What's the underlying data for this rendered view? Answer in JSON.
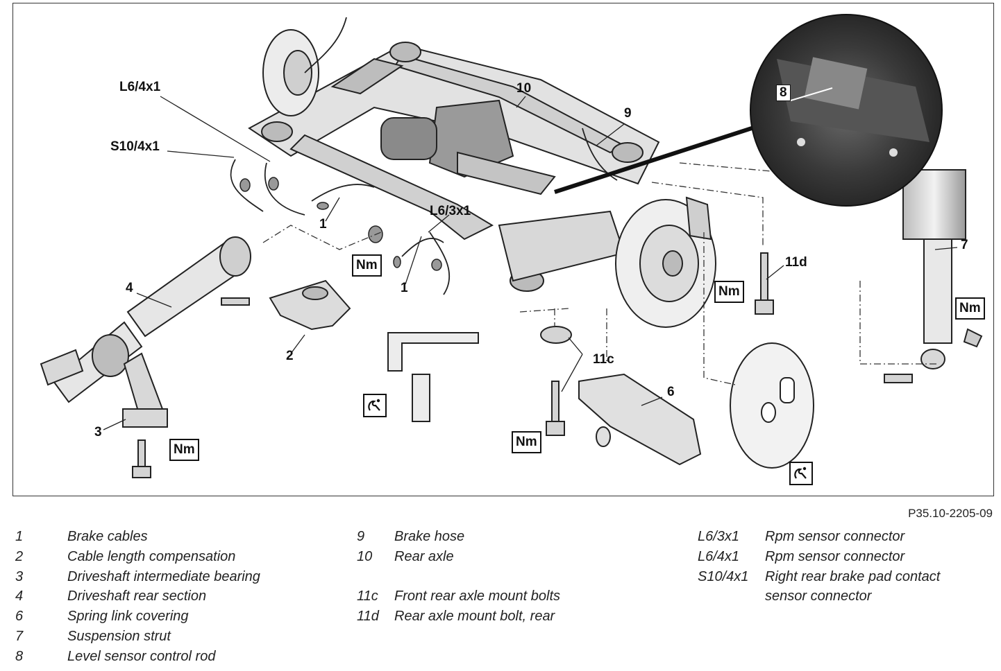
{
  "figure": {
    "code": "P35.10-2205-09",
    "callouts": {
      "c1a": "1",
      "c1b": "1",
      "c2": "2",
      "c3": "3",
      "c4": "4",
      "c6": "6",
      "c7": "7",
      "c8": "8",
      "c9": "9",
      "c10": "10",
      "c11c": "11c",
      "c11d": "11d",
      "l64x1": "L6/4x1",
      "s104x1": "S10/4x1",
      "l63x1": "L6/3x1"
    },
    "badges": {
      "nm1": "Nm",
      "nm2": "Nm",
      "nm3": "Nm",
      "nm4": "Nm",
      "nm5": "Nm"
    },
    "tool_icons": [
      "special-tool-icon",
      "special-tool-icon"
    ]
  },
  "legend": {
    "col1": [
      {
        "num": "1",
        "text": "Brake cables"
      },
      {
        "num": "2",
        "text": "Cable length compensation"
      },
      {
        "num": "3",
        "text": "Driveshaft intermediate bearing"
      },
      {
        "num": "4",
        "text": "Driveshaft rear section"
      },
      {
        "num": "6",
        "text": "Spring link covering"
      },
      {
        "num": "7",
        "text": "Suspension strut"
      },
      {
        "num": "8",
        "text": "Level sensor control rod"
      }
    ],
    "col2": [
      {
        "num": "9",
        "text": "Brake hose"
      },
      {
        "num": "10",
        "text": "Rear axle"
      },
      {
        "num": "11c",
        "text": "Front rear axle mount bolts"
      },
      {
        "num": "11d",
        "text": "Rear axle mount bolt, rear"
      }
    ],
    "col3": [
      {
        "num": "L6/3x1",
        "text": "Rpm sensor connector"
      },
      {
        "num": "L6/4x1",
        "text": "Rpm sensor connector"
      },
      {
        "num": "S10/4x1",
        "text": "Right rear brake pad contact"
      },
      {
        "num": "",
        "text": "sensor connector"
      }
    ]
  }
}
